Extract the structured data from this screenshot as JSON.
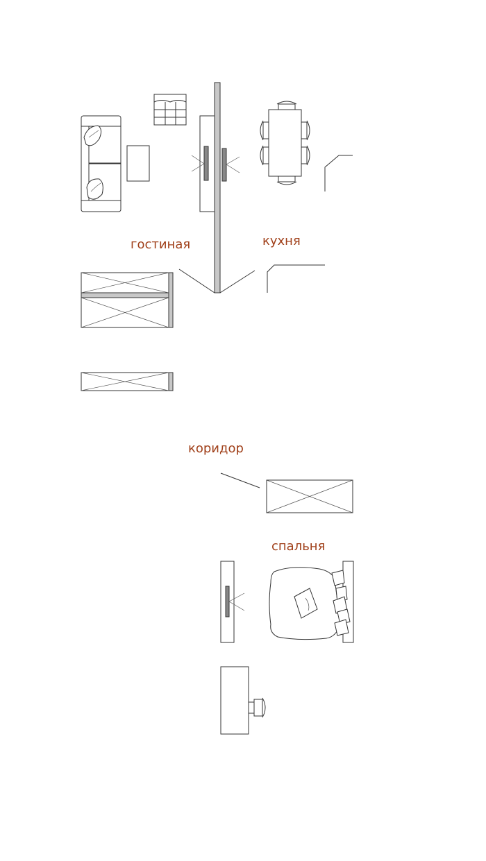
{
  "rooms": {
    "living_room": "гостиная",
    "kitchen": "кухня",
    "corridor": "коридор",
    "bedroom": "спальня"
  },
  "colors": {
    "label": "#a0401a",
    "line": "#333333",
    "wall_fill": "#c8c8c8",
    "furniture_fill": "#ffffff"
  },
  "icons": {
    "sofa": "sofa-icon",
    "tv": "tv-icon",
    "dining_table": "dining-table-icon",
    "wardrobe": "wardrobe-icon",
    "bed": "bed-icon",
    "desk": "desk-icon",
    "chair": "chair-icon"
  }
}
